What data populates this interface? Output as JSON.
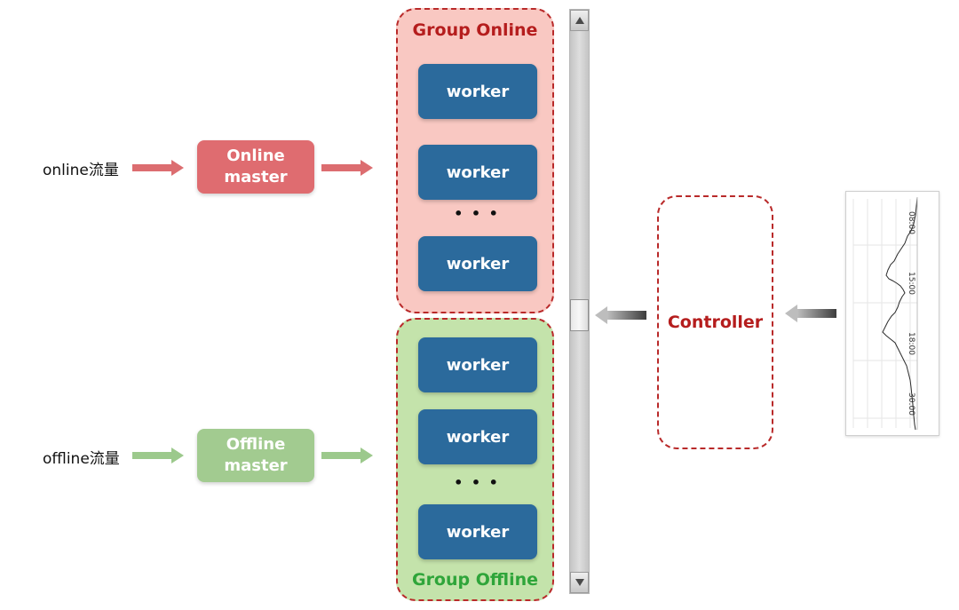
{
  "sources": {
    "online": "online流量",
    "offline": "offline流量"
  },
  "masters": {
    "online": {
      "line1": "Online",
      "line2": "master"
    },
    "offline": {
      "line1": "Offline",
      "line2": "master"
    }
  },
  "groups": {
    "online": {
      "title": "Group Online",
      "workers": [
        "worker",
        "worker",
        "worker"
      ],
      "ellipsis": "• • •"
    },
    "offline": {
      "title": "Group Offline",
      "workers": [
        "worker",
        "worker",
        "worker"
      ],
      "ellipsis": "• • •"
    }
  },
  "controller": {
    "label": "Controller"
  },
  "mini_chart": {
    "tick_labels": [
      "08:00",
      "15:00",
      "18:00",
      "30:00"
    ]
  },
  "colors": {
    "online_accent": "#e06a6e",
    "offline_accent": "#a3cb92",
    "worker_blue": "#2b6a9c",
    "online_title": "#b51d1d",
    "offline_title": "#2fa53a"
  },
  "icons": {
    "scroll_up": "triangle-up-icon",
    "scroll_down": "triangle-down-icon"
  }
}
